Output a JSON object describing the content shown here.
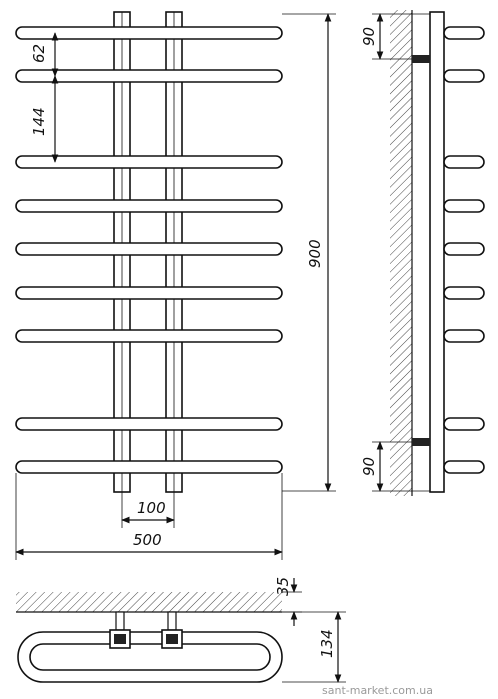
{
  "dimensions": {
    "bar_gap_top": "62",
    "bar_gap_mid": "144",
    "height_total": "900",
    "post_spacing": "100",
    "width_total": "500",
    "side_offset_top": "90",
    "side_offset_bottom": "90",
    "wall_offset": "35",
    "depth": "134"
  },
  "watermark": "sant-market.com.ua"
}
